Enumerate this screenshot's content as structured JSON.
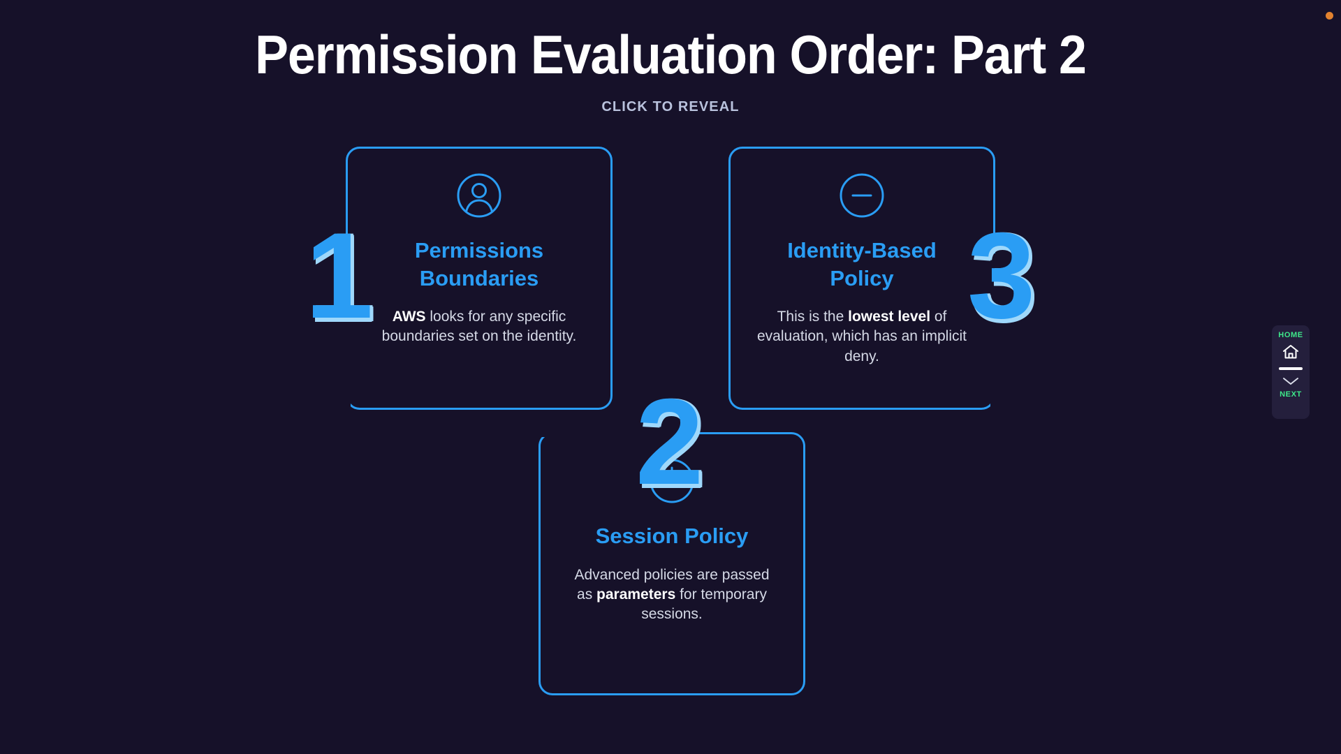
{
  "theme": {
    "background": "#161129",
    "accent_blue": "#2a9df4",
    "accent_blue_light": "#9fd8fb",
    "accent_green": "#3ee88a",
    "body_text": "#d5d9e6",
    "title_text": "#ffffff",
    "subtitle_text": "#b9c2dd",
    "panel": "#241f3c",
    "notification_dot": "#e2822f"
  },
  "header": {
    "title": "Permission Evaluation Order: Part 2",
    "subtitle": "CLICK TO REVEAL"
  },
  "cards": [
    {
      "number": "1",
      "icon": "user-circle-icon",
      "heading": "Permissions Boundaries",
      "body_prefix": "",
      "body_bold": "AWS",
      "body_suffix": " looks for any specific boundaries set on the identity."
    },
    {
      "number": "2",
      "icon": "clock-icon",
      "heading": "Session Policy",
      "body_prefix": "Advanced policies are passed as ",
      "body_bold": "parameters",
      "body_suffix": " for temporary sessions."
    },
    {
      "number": "3",
      "icon": "minus-circle-icon",
      "heading": "Identity-Based Policy",
      "body_prefix": "This is the ",
      "body_bold": "lowest level",
      "body_suffix": " of evaluation, which has an implicit deny."
    }
  ],
  "nav": {
    "home_label": "HOME",
    "home_icon": "house-icon",
    "next_label": "NEXT",
    "next_icon": "chevron-down-icon"
  }
}
